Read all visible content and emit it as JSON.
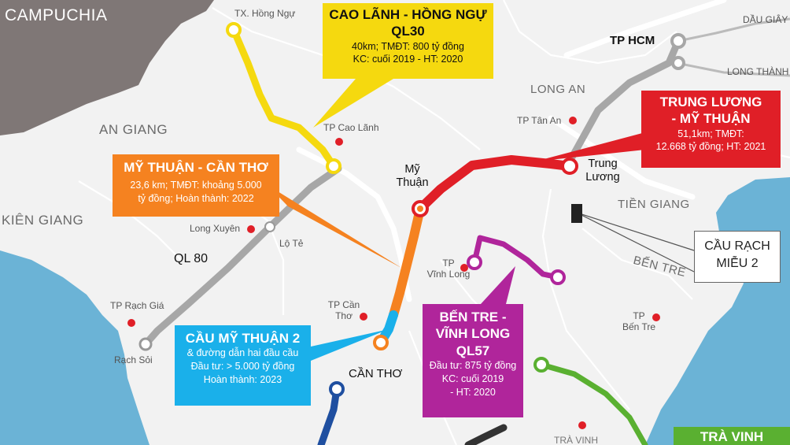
{
  "regions": {
    "campuchia": "CAMPUCHIA",
    "an_giang": "AN GIANG",
    "kien_giang": "KIÊN GIANG",
    "long_an": "LONG AN",
    "tien_giang": "TIỀN GIANG",
    "ben_tre": "BẾN TRE"
  },
  "places": {
    "hong_ngu": "TX. Hồng Ngự",
    "cao_lanh": "TP Cao Lãnh",
    "tan_an": "TP Tân An",
    "dau_giay": "DẦU GIÂY",
    "long_thanh": "LONG THÀNH",
    "tphcm": "TP HCM",
    "my_thuan_1": "Mỹ",
    "my_thuan_2": "Thuận",
    "trung_luong_1": "Trung",
    "trung_luong_2": "Lương",
    "long_xuyen": "Long Xuyên",
    "lo_te": "Lộ Tẻ",
    "ql80": "QL 80",
    "vinh_long_1": "TP",
    "vinh_long_2": "Vĩnh Long",
    "can_tho_city_1": "TP Cần",
    "can_tho_city_2": "Thơ",
    "can_tho": "CẦN THƠ",
    "rach_gia": "TP Rạch Giá",
    "rach_soi": "Rạch Sỏi",
    "ben_tre_city_1": "TP",
    "ben_tre_city_2": "Bến Tre",
    "tra_vinh_partial": "TRÀ VINH"
  },
  "boxes": {
    "cao_lanh_hong_ngu": {
      "color": "#f5d90f",
      "title_1": "CAO LÃNH - HỒNG NGỰ",
      "title_2": "QL30",
      "line_1": "40km; TMĐT: 800 tỷ đồng",
      "line_2": "KC: cuối 2019 - HT: 2020"
    },
    "trung_luong_my_thuan": {
      "color": "#e01f27",
      "title_1": "TRUNG LƯƠNG",
      "title_2": "- MỸ THUẬN",
      "line_1": "51,1km; TMĐT:",
      "line_2": "12.668 tỷ đồng;  HT: 2021"
    },
    "my_thuan_can_tho": {
      "color": "#f58220",
      "title_1": "MỸ THUẬN - CẦN THƠ",
      "line_1": "23,6 km; TMĐT: khoảng 5.000",
      "line_2": "tỷ đồng; Hoàn thành: 2022"
    },
    "cau_my_thuan_2": {
      "color": "#1ab0ea",
      "title_1": "CẦU MỸ THUẬN 2",
      "line_1": "& đường dẫn hai đầu cầu",
      "line_2": "Đầu tư: > 5.000 tỷ đồng",
      "line_3": "Hoàn thành: 2023"
    },
    "ben_tre_vinh_long": {
      "color": "#b0259b",
      "title_1": "BẾN TRE -",
      "title_2": "VĨNH LONG",
      "title_3": "QL57",
      "line_1": "Đầu tư: 875 tỷ đồng",
      "line_2": "KC: cuối 2019",
      "line_3": "- HT: 2020"
    },
    "cau_rach_mieu_2": {
      "line_1": "CẦU RẠCH",
      "line_2": "MIỄU 2"
    },
    "tra_vinh": {
      "color": "#5ab031",
      "title_1": "TRÀ VINH"
    }
  },
  "colors": {
    "yellow_route": "#f5d90f",
    "red_route": "#e01f27",
    "orange_route": "#f58220",
    "blue_route": "#1ab0ea",
    "purple_route": "#b0259b",
    "green_route": "#5ab031",
    "gray_route": "#a7a7a7",
    "navy_route": "#1f4fa0",
    "water": "#6bb3d6",
    "cambodia": "#7f7776"
  }
}
